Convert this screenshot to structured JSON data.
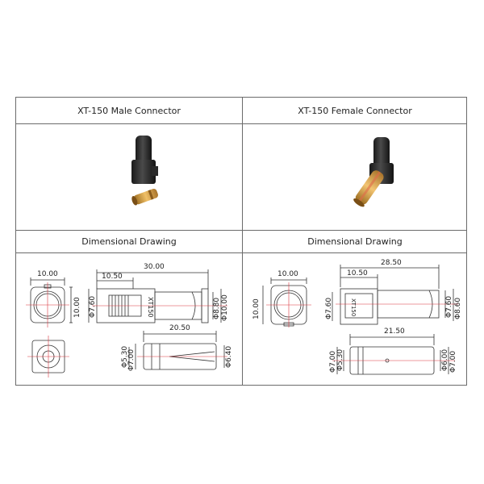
{
  "male": {
    "title": "XT-150 Male Connector",
    "drawing_title": "Dimensional Drawing",
    "dims": {
      "width_square": "10.00",
      "height_square": "10.00",
      "length_total": "30.00",
      "length_housing": "10.50",
      "dia_760": "Φ7.60",
      "dia_880": "Φ8.80",
      "dia_1000": "Φ10.00",
      "housing_mark": "XT150",
      "pin_length": "20.50",
      "pin_dia_530": "Φ5.30",
      "pin_dia_700": "Φ7.00",
      "pin_dia_640": "Φ6.40"
    }
  },
  "female": {
    "title": "XT-150 Female Connector",
    "drawing_title": "Dimensional Drawing",
    "dims": {
      "width_square": "10.00",
      "height_square": "10.00",
      "length_total": "28.50",
      "length_housing": "10.50",
      "dia_760": "Φ7.60",
      "dia_760b": "Φ7.60",
      "dia_860": "Φ8.60",
      "housing_mark": "XT150",
      "pin_length": "21.50",
      "pin_dia_700": "Φ7.00",
      "pin_dia_530": "Φ5.30",
      "pin_dia_600": "Φ6.00",
      "pin_dia_700b": "Φ7.00"
    }
  },
  "colors": {
    "border": "#6b6b6b",
    "line": "#333333",
    "centerline": "#d9363e",
    "housing": "#222222",
    "brass": "#c8913a"
  }
}
